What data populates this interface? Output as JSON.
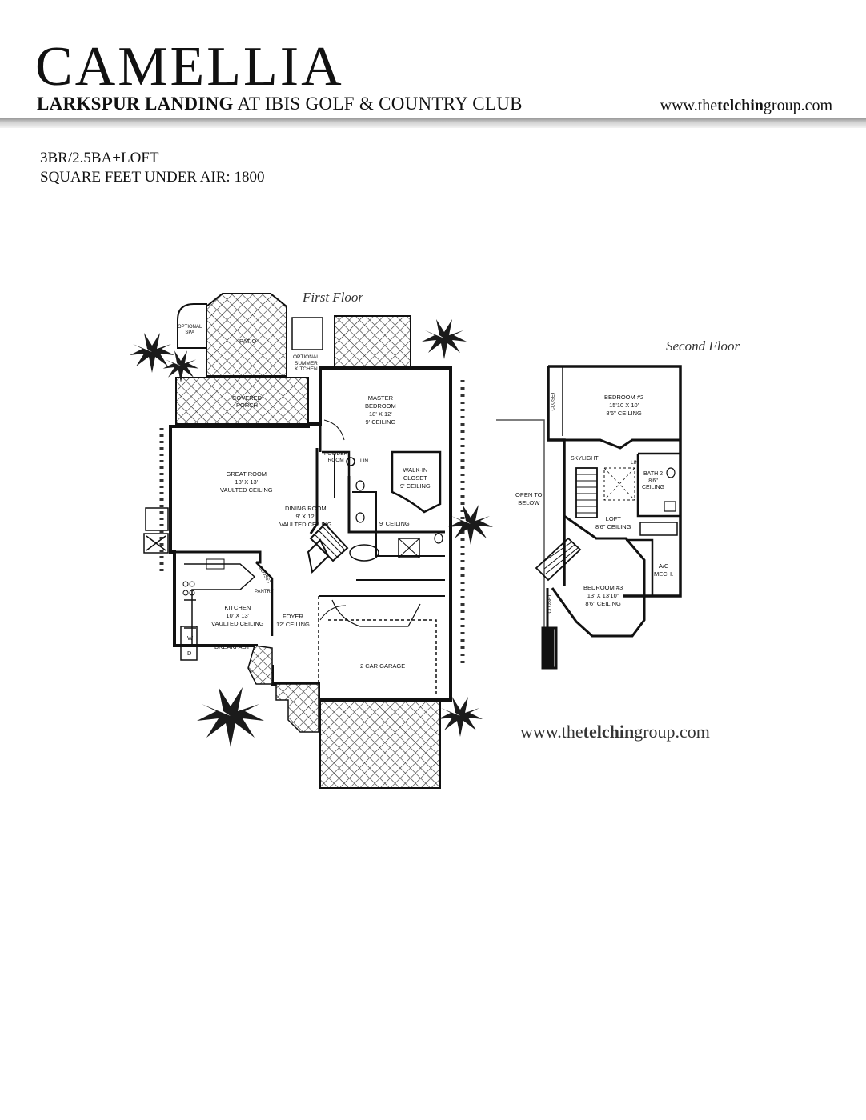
{
  "header": {
    "title": "CAMELLIA",
    "subtitle_bold": "LARKSPUR LANDING",
    "subtitle_rest": " AT IBIS GOLF & COUNTRY CLUB",
    "site_pre": "www.the",
    "site_bold": "telchin",
    "site_post": "group.com"
  },
  "specs": {
    "config": "3BR/2.5BA+LOFT",
    "sqft": "SQUARE FEET UNDER AIR: 1800"
  },
  "plan": {
    "first_floor_label": "First Floor",
    "second_floor_label": "Second Floor",
    "rooms": {
      "optional_spa": [
        "OPTIONAL",
        "SPA"
      ],
      "patio": [
        "PATIO"
      ],
      "optional_summer_kitchen": [
        "OPTIONAL",
        "SUMMER",
        "KITCHEN"
      ],
      "covered_porch": [
        "COVERED",
        "PORCH"
      ],
      "master_bedroom": [
        "MASTER",
        "BEDROOM",
        "18' x 12'",
        "9' CEILING"
      ],
      "powder_room": [
        "POWDER",
        "ROOM"
      ],
      "lin_1": [
        "LIN"
      ],
      "walk_in_closet": [
        "WALK-IN",
        "CLOSET",
        "9' CEILING"
      ],
      "great_room": [
        "GREAT ROOM",
        "13' x 13'",
        "VAULTED CEILING"
      ],
      "dining_room": [
        "DINING ROOM",
        "9' x 12'",
        "VAULTED CEILING"
      ],
      "master_bath_ceiling": [
        "9' CEILING"
      ],
      "closet_kitchen": [
        "CLOSET"
      ],
      "pantry": [
        "PANTRY"
      ],
      "kitchen": [
        "KITCHEN",
        "10' x 13'",
        "VAULTED CEILING"
      ],
      "foyer": [
        "FOYER",
        "12' CEILING"
      ],
      "breakfast": [
        "BREAKFAST"
      ],
      "washer": [
        "W"
      ],
      "dryer": [
        "D"
      ],
      "garage": [
        "2 CAR GARAGE"
      ],
      "bedroom_2": [
        "BEDROOM #2",
        "15'10 x 10'",
        "8'6\" CEILING"
      ],
      "closet_bed2": [
        "CLOSET"
      ],
      "skylight": [
        "SKYLIGHT"
      ],
      "lin_2": [
        "LIN"
      ],
      "bath_2": [
        "BATH 2",
        "8'6\"",
        "CEILING"
      ],
      "open_to_below": [
        "OPEN TO",
        "BELOW"
      ],
      "loft": [
        "LOFT",
        "8'6\" CEILING"
      ],
      "ac_mech": [
        "A/C",
        "MECH."
      ],
      "bedroom_3": [
        "BEDROOM #3",
        "13' x 13'10\"",
        "8'6\" CEILING"
      ],
      "closet_bed3": [
        "CLOSET"
      ]
    }
  },
  "footer": {
    "site_pre": "www.the",
    "site_bold": "telchin",
    "site_post": "group.com"
  }
}
